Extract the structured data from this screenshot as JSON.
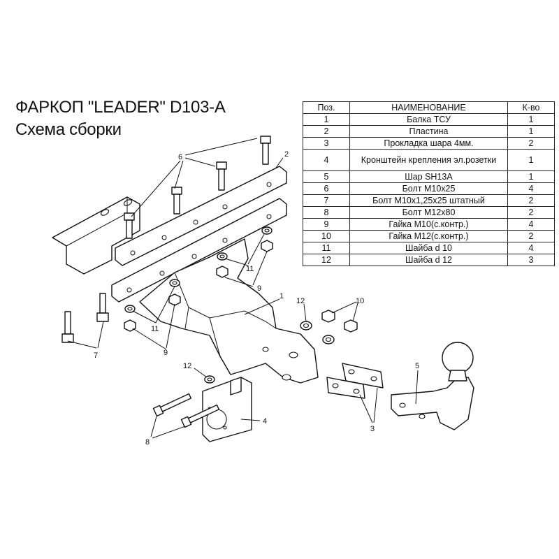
{
  "title": "ФАРКОП \"LEADER\" D103-A",
  "subtitle": "Схема сборки",
  "table": {
    "headers": [
      "Поз.",
      "НАИМЕНОВАНИЕ",
      "К-во"
    ],
    "rows": [
      {
        "pos": "1",
        "name": "Балка ТСУ",
        "qty": "1"
      },
      {
        "pos": "2",
        "name": "Пластина",
        "qty": "1"
      },
      {
        "pos": "3",
        "name": "Прокладка шара 4мм.",
        "qty": "2"
      },
      {
        "pos": "4",
        "name": "Кронштейн крепления эл.розетки",
        "qty": "1"
      },
      {
        "pos": "5",
        "name": "Шар SH13A",
        "qty": "1"
      },
      {
        "pos": "6",
        "name": "Болт М10х25",
        "qty": "4"
      },
      {
        "pos": "7",
        "name": "Болт М10х1,25х25 штатный",
        "qty": "2"
      },
      {
        "pos": "8",
        "name": "Болт М12х80",
        "qty": "2"
      },
      {
        "pos": "9",
        "name": "Гайка  М10(с.контр.)",
        "qty": "4"
      },
      {
        "pos": "10",
        "name": "Гайка М12(с.контр.)",
        "qty": "2"
      },
      {
        "pos": "11",
        "name": "Шайба d 10",
        "qty": "4"
      },
      {
        "pos": "12",
        "name": "Шайба d 12",
        "qty": "3"
      }
    ]
  },
  "callouts": {
    "c1": "1",
    "c2": "2",
    "c3": "3",
    "c4": "4",
    "c5": "5",
    "c6": "6",
    "c7": "7",
    "c8": "8",
    "c9a": "9",
    "c9b": "9",
    "c10": "10",
    "c11a": "11",
    "c11b": "11",
    "c12a": "12",
    "c12b": "12"
  }
}
